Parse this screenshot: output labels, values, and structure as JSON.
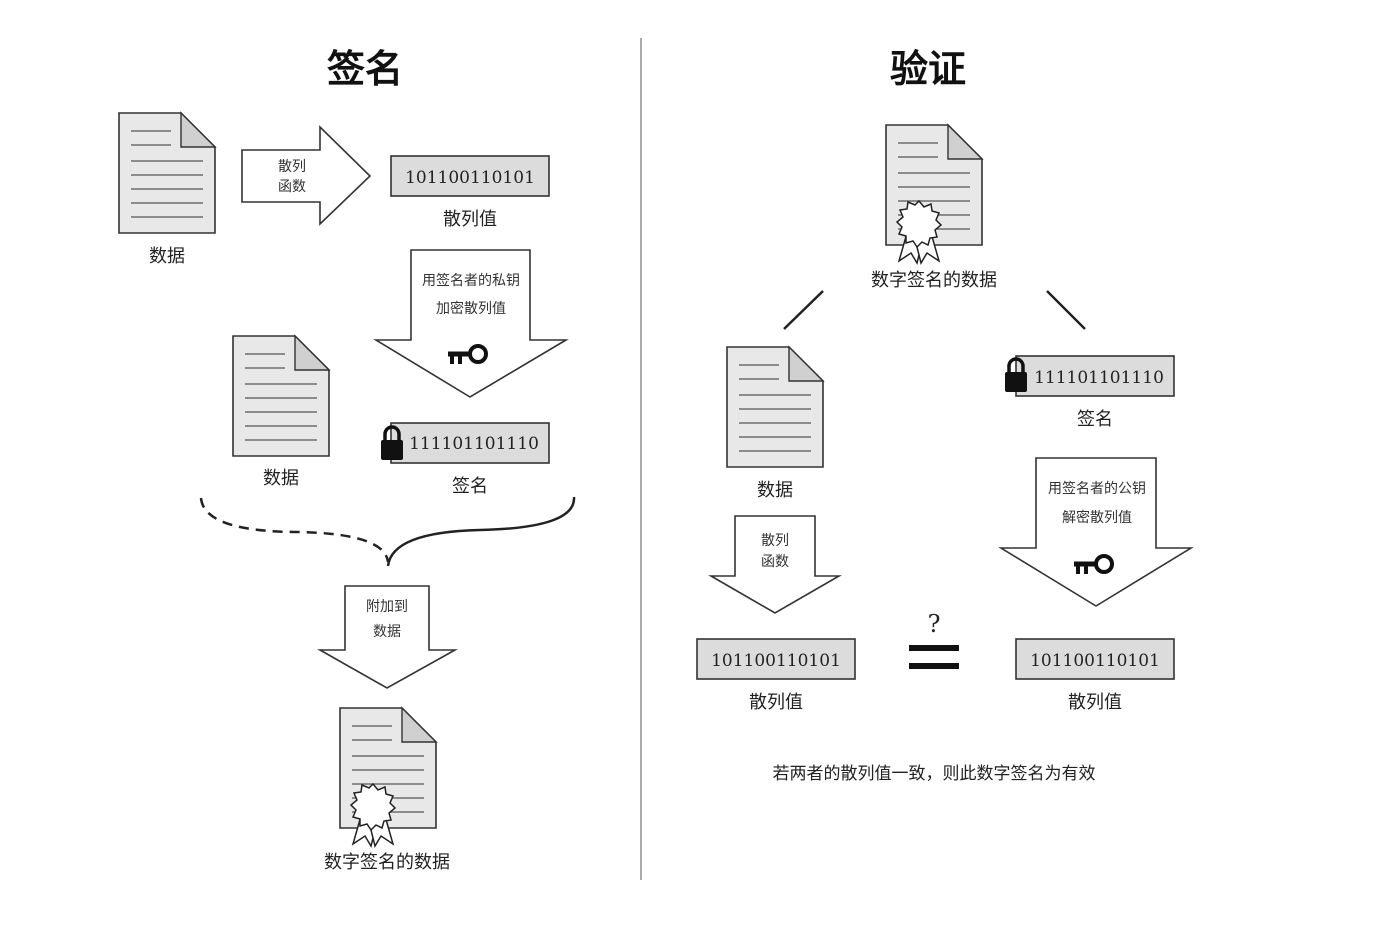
{
  "sign": {
    "title": "签名",
    "data_label_1": "数据",
    "hash_fn_line1": "散列",
    "hash_fn_line2": "函数",
    "hash_value_bits": "101100110101",
    "hash_value_label": "散列值",
    "encrypt_line1": "用签名者的私钥",
    "encrypt_line2": "加密散列值",
    "data_label_2": "数据",
    "signature_bits": "111101101110",
    "signature_label": "签名",
    "attach_line1": "附加到",
    "attach_line2": "数据",
    "signed_data_label": "数字签名的数据"
  },
  "verify": {
    "title": "验证",
    "signed_data_label": "数字签名的数据",
    "data_label": "数据",
    "signature_bits": "111101101110",
    "signature_label": "签名",
    "hash_fn_line1": "散列",
    "hash_fn_line2": "函数",
    "decrypt_line1": "用签名者的公钥",
    "decrypt_line2": "解密散列值",
    "question": "?",
    "hash_left_bits": "101100110101",
    "hash_left_label": "散列值",
    "hash_right_bits": "101100110101",
    "hash_right_label": "散列值",
    "conclusion": "若两者的散列值一致，则此数字签名为有效"
  },
  "icons": [
    "document-icon",
    "arrow-icon",
    "key-icon",
    "lock-icon",
    "seal-icon",
    "equals-icon"
  ]
}
